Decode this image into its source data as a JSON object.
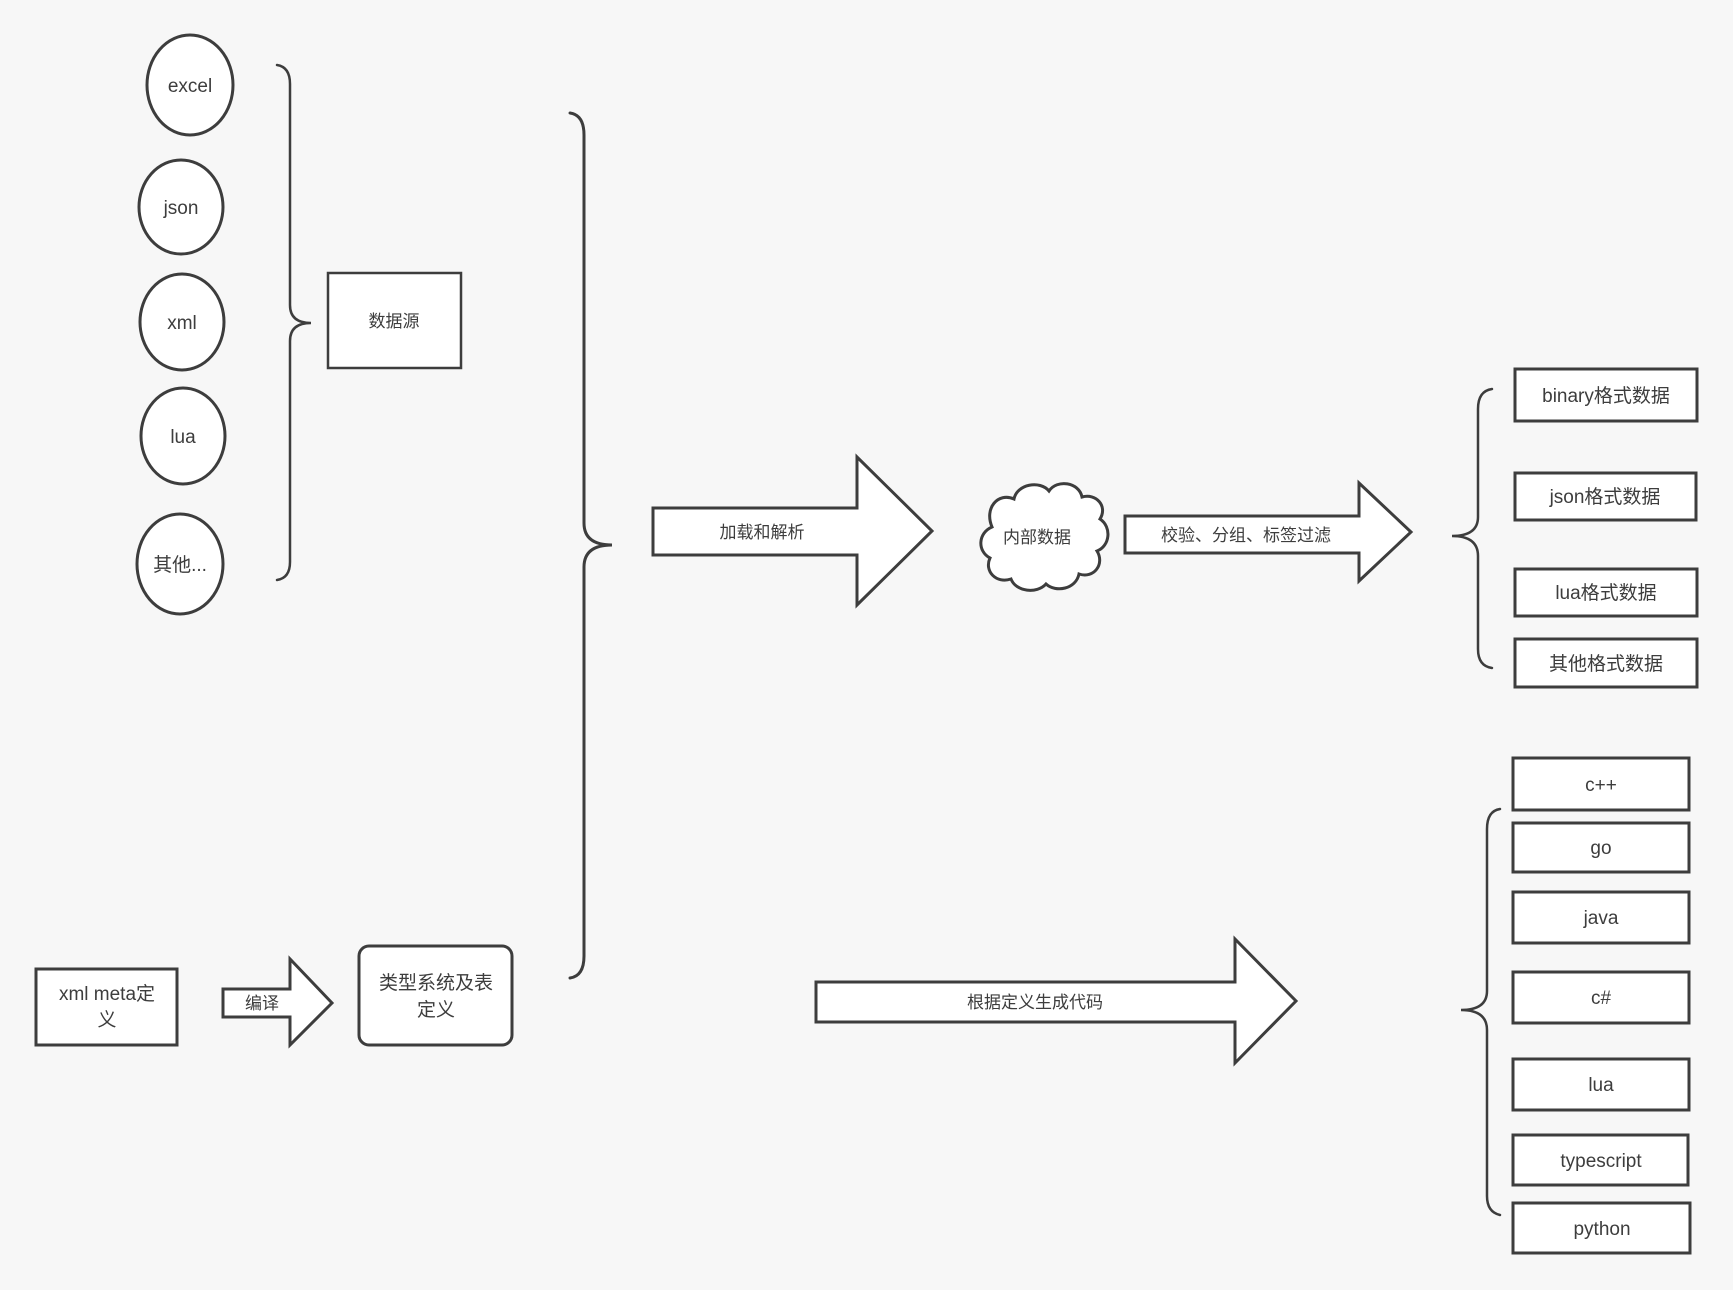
{
  "canvas": {
    "background": "#f7f7f7",
    "stroke_color": "#3d3d3d",
    "shape_fill": "#ffffff",
    "text_color": "#3d3d3d"
  },
  "sources": {
    "items": [
      "excel",
      "json",
      "xml",
      "lua",
      "其他..."
    ],
    "group_box": "数据源"
  },
  "flow": {
    "load_parse": "加载和解析",
    "internal_data": "内部数据",
    "filter": "校验、分组、标签过滤",
    "compile": "编译",
    "generate_code": "根据定义生成代码"
  },
  "definitions": {
    "xml_meta": {
      "line1": "xml meta定",
      "line2": "义"
    },
    "type_system": {
      "line1": "类型系统及表",
      "line2": "定义"
    }
  },
  "outputs": {
    "formats": [
      "binary格式数据",
      "json格式数据",
      "lua格式数据",
      "其他格式数据"
    ],
    "languages": [
      "c++",
      "go",
      "java",
      "c#",
      "lua",
      "typescript",
      "python"
    ]
  }
}
